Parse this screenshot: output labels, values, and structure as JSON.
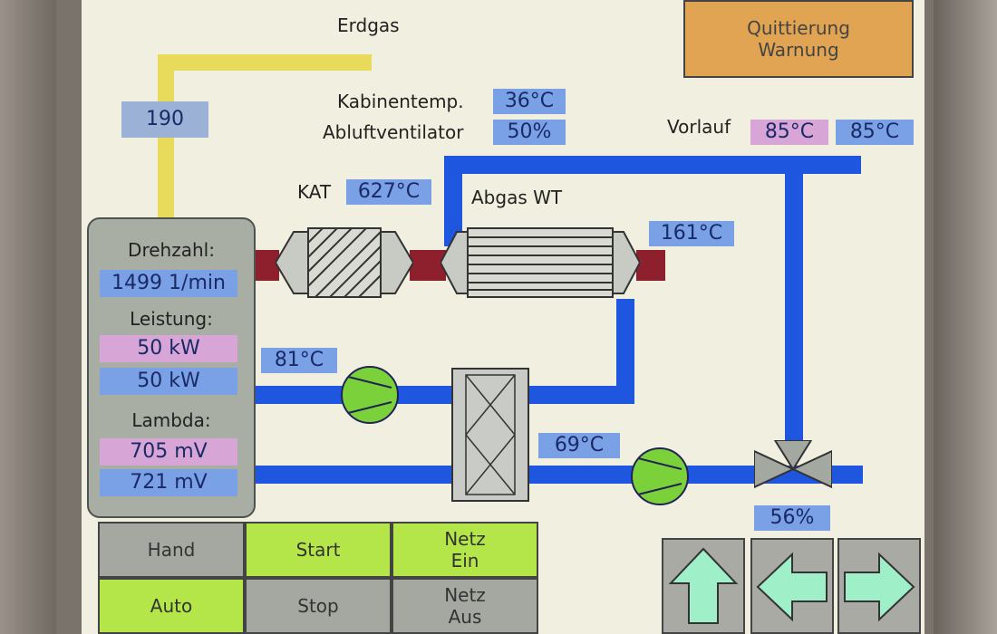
{
  "labels": {
    "erdgas": "Erdgas",
    "kabinentemp": "Kabinentemp.",
    "abluftventilator": "Abluftventilator",
    "vorlauf": "Vorlauf",
    "kat": "KAT",
    "abgas_wt": "Abgas WT"
  },
  "values": {
    "gas_value": "190",
    "kabinentemp": "36°C",
    "abluftventilator": "50%",
    "vorlauf_set": "85°C",
    "vorlauf_actual": "85°C",
    "kat_temp": "627°C",
    "abgas_temp": "161°C",
    "return_temp": "81°C",
    "mixed_temp": "69°C",
    "valve_pos": "56%"
  },
  "engine_panel": {
    "drehzahl_label": "Drehzahl:",
    "drehzahl_value": "1499 1/min",
    "leistung_label": "Leistung:",
    "leistung_set": "50 kW",
    "leistung_actual": "50 kW",
    "lambda_label": "Lambda:",
    "lambda_set": "705 mV",
    "lambda_actual": "721 mV"
  },
  "buttons": {
    "quittierung_line1": "Quittierung",
    "quittierung_line2": "Warnung",
    "hand": "Hand",
    "auto": "Auto",
    "start": "Start",
    "stop": "Stop",
    "netz_ein_line1": "Netz",
    "netz_ein_line2": "Ein",
    "netz_aus_line1": "Netz",
    "netz_aus_line2": "Aus"
  },
  "icons": {
    "up": "arrow-up-icon",
    "left": "arrow-left-icon",
    "right": "arrow-right-icon",
    "pump": "pump-icon",
    "valve": "three-way-valve-icon",
    "catalyst": "catalyst-icon",
    "heat_exchanger": "heat-exchanger-icon",
    "plate_exchanger": "plate-heat-exchanger-icon"
  },
  "colors": {
    "water_pipe": "#1f56e0",
    "gas_pipe": "#e8da5a",
    "exhaust_pipe": "#8e1f2c",
    "setpoint_bg": "#d8a6d6",
    "actual_bg": "#7aa0e6",
    "active_button": "#b4e64a",
    "ack_button": "#e0a452"
  }
}
